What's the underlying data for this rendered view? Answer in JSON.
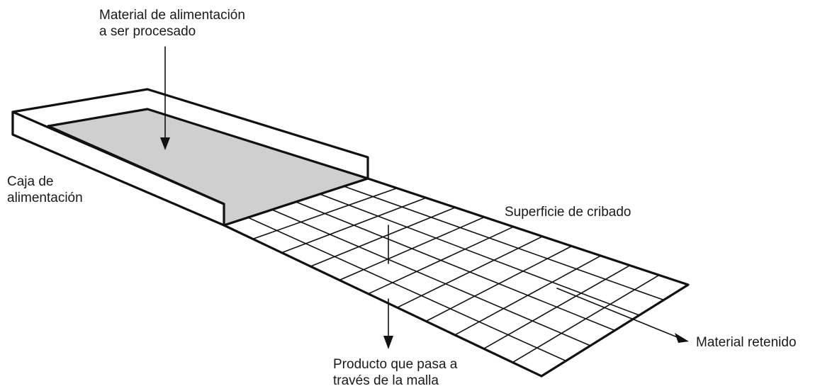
{
  "diagram": {
    "labels": {
      "feed_material": [
        "Material de alimentación",
        "a ser procesado"
      ],
      "feed_box": [
        "Caja de",
        "alimentación"
      ],
      "screen_surface": [
        "Superficie de cribado"
      ],
      "retained_material": [
        "Material retenido"
      ],
      "passing_product": [
        "Producto que pasa a",
        "través de la malla"
      ]
    },
    "colors": {
      "line": "#111111",
      "tray_fill": "#cfcfcf",
      "box_wall": "#ffffff",
      "background": "#ffffff"
    },
    "mesh": {
      "columns": 6,
      "rows": 11
    }
  }
}
